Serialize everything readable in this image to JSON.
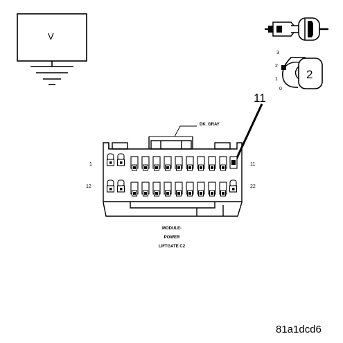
{
  "meter": {
    "label": "V"
  },
  "callout": {
    "label": "11"
  },
  "wire": {
    "color_label": "DK. GRAY"
  },
  "pins": {
    "top_left": "1",
    "top_right": "11",
    "bottom_left": "12",
    "bottom_right": "22"
  },
  "connector": {
    "caption_line1": "MODULE-",
    "caption_line2": "POWER",
    "caption_line3": "LIFTGATE C2"
  },
  "key_switch": {
    "pos_3": "3",
    "pos_2": "2",
    "pos_1": "1",
    "pos_0": "0",
    "key_label": "2"
  },
  "figure_id": "81a1dcd6",
  "colors": {
    "line": "#000000",
    "background": "#ffffff"
  }
}
